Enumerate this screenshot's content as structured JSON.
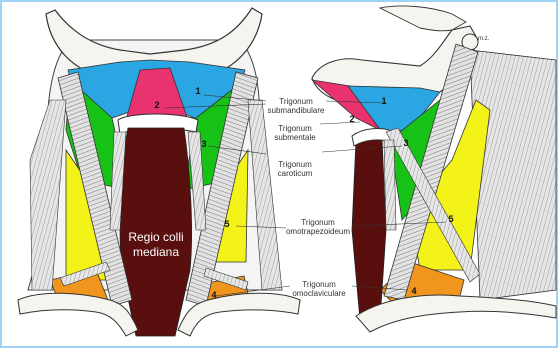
{
  "colors": {
    "submandibular": "#2aa6e3",
    "submental": "#e8336f",
    "carotid": "#16c216",
    "omotrapezoid": "#f3f31a",
    "omoclavicular": "#f0961e",
    "median": "#5a0f0f",
    "frame": "#9fd3f6",
    "bone": "#f6f4ee",
    "muscle": "#d8d8d8"
  },
  "labels": {
    "median_line1": "Regio colli",
    "median_line2": "mediana",
    "trig_submand_1": "Trigonum",
    "trig_submand_2": "submandibulare",
    "trig_submental_1": "Trigonum",
    "trig_submental_2": "submentale",
    "trig_carot_1": "Trigonum",
    "trig_carot_2": "caroticum",
    "trig_omotrap_1": "Trigonum",
    "trig_omotrap_2": "omotrapezoideum",
    "trig_omoclav_1": "Trigonum",
    "trig_omoclav_2": "omoclaviculare",
    "corner_mark": "m.z."
  },
  "numbers": {
    "n1": "1",
    "n2": "2",
    "n3": "3",
    "n4": "4",
    "n5": "5"
  }
}
